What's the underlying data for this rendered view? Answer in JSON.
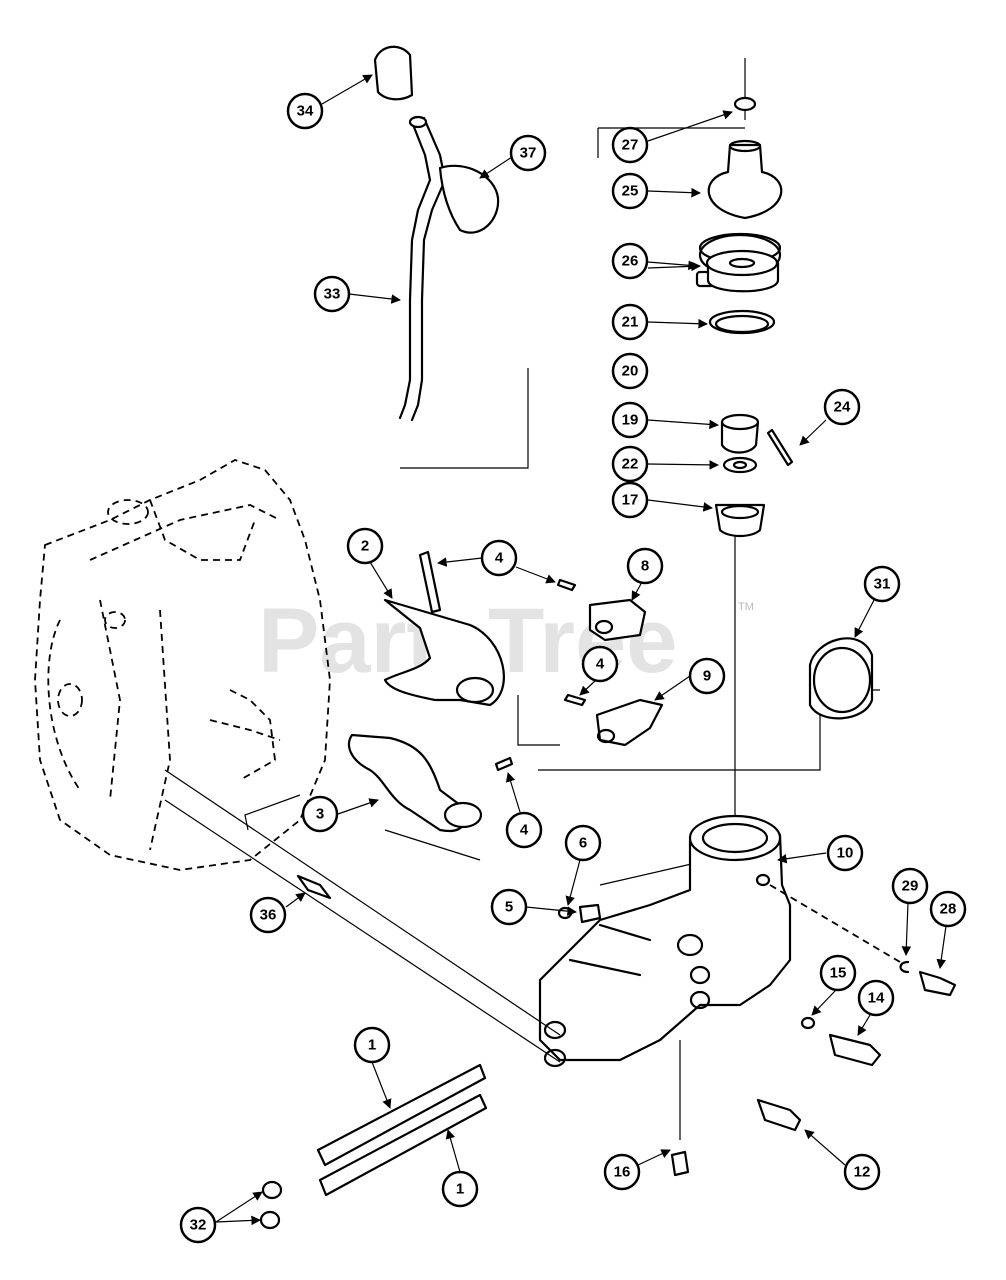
{
  "watermark": {
    "text": "PartsTree",
    "trademark": "TM"
  },
  "callouts": [
    {
      "label": "34"
    },
    {
      "label": "37"
    },
    {
      "label": "33"
    },
    {
      "label": "27"
    },
    {
      "label": "25"
    },
    {
      "label": "26"
    },
    {
      "label": "21"
    },
    {
      "label": "20"
    },
    {
      "label": "19"
    },
    {
      "label": "24"
    },
    {
      "label": "22"
    },
    {
      "label": "17"
    },
    {
      "label": "2"
    },
    {
      "label": "4"
    },
    {
      "label": "8"
    },
    {
      "label": "31"
    },
    {
      "label": "4"
    },
    {
      "label": "9"
    },
    {
      "label": "3"
    },
    {
      "label": "4"
    },
    {
      "label": "6"
    },
    {
      "label": "10"
    },
    {
      "label": "5"
    },
    {
      "label": "36"
    },
    {
      "label": "29"
    },
    {
      "label": "28"
    },
    {
      "label": "15"
    },
    {
      "label": "14"
    },
    {
      "label": "1"
    },
    {
      "label": "1"
    },
    {
      "label": "12"
    },
    {
      "label": "16"
    },
    {
      "label": "32"
    }
  ]
}
